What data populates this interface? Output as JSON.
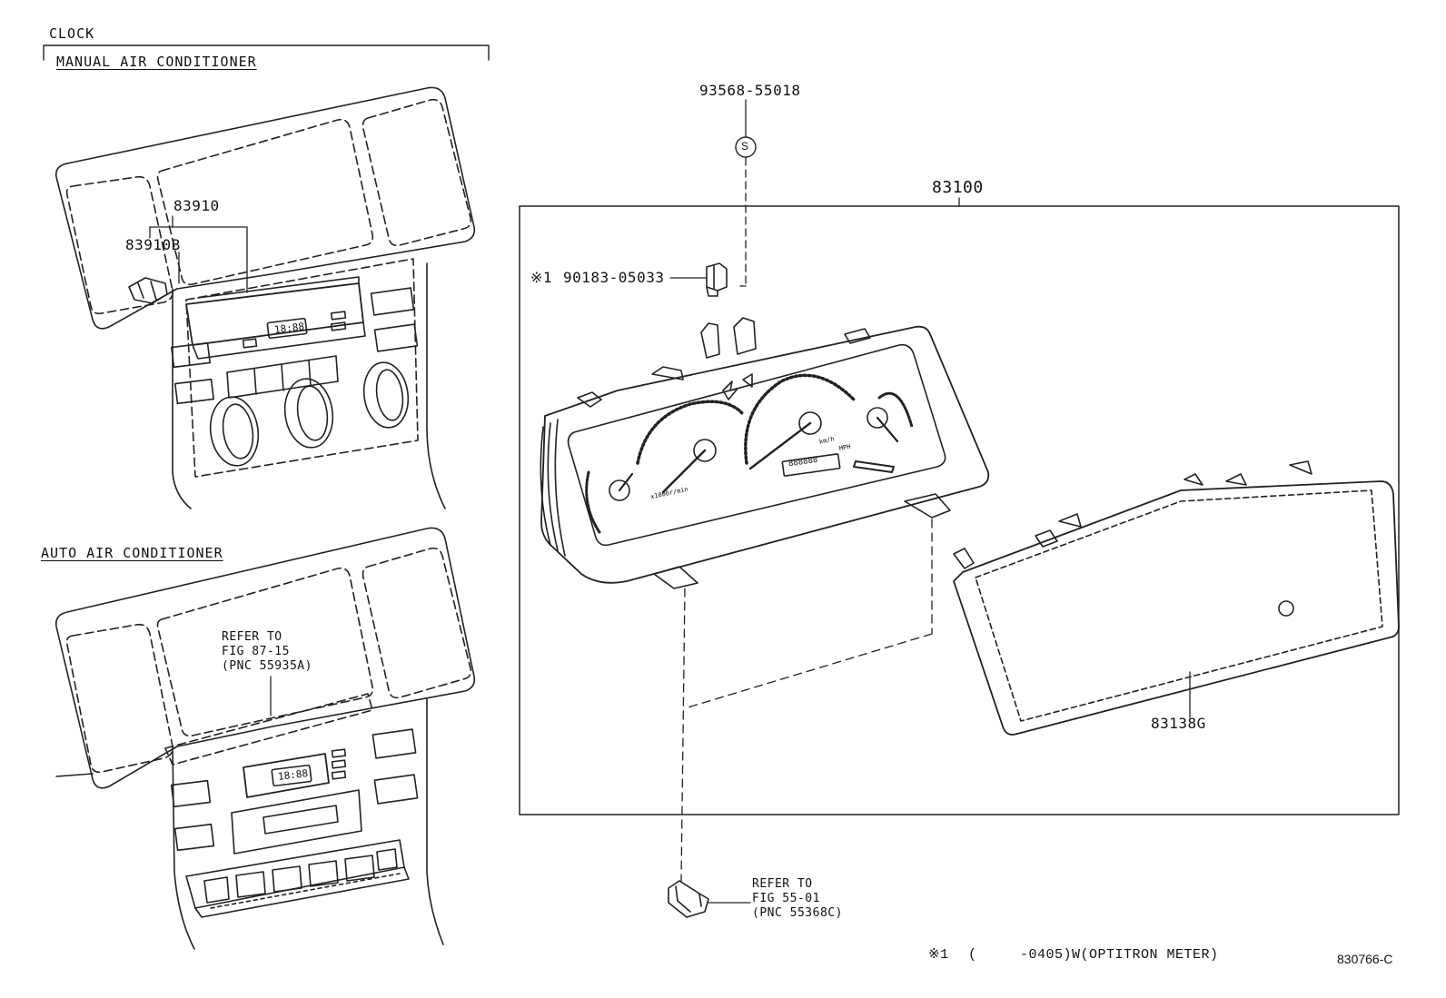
{
  "sections": {
    "clock": "CLOCK",
    "manual_ac": "MANUAL AIR CONDITIONER",
    "auto_ac": "AUTO AIR CONDITIONER"
  },
  "parts": {
    "p83910": "83910",
    "p83910B": "83910B",
    "p83100": "83100",
    "p93568": "93568-55018",
    "s_marker": "S",
    "p90183_mark": "※1",
    "p90183": "90183-05033",
    "p83138G": "83138G"
  },
  "refs": {
    "fig8715": [
      "REFER TO",
      "FIG 87-15",
      "(PNC 55935A)"
    ],
    "fig5501": [
      "REFER TO",
      "FIG 55-01",
      "(PNC 55368C)"
    ]
  },
  "clock_display": "18:88",
  "odometer_display": "888888",
  "gauge_labels": {
    "tach_unit": "x1000r/min",
    "speed_unit": "km/h",
    "mph": "MPH"
  },
  "footnote": {
    "mark": "※1",
    "text": "(     -0405)W(OPTITRON METER)"
  },
  "diagram_id": "830766-C"
}
